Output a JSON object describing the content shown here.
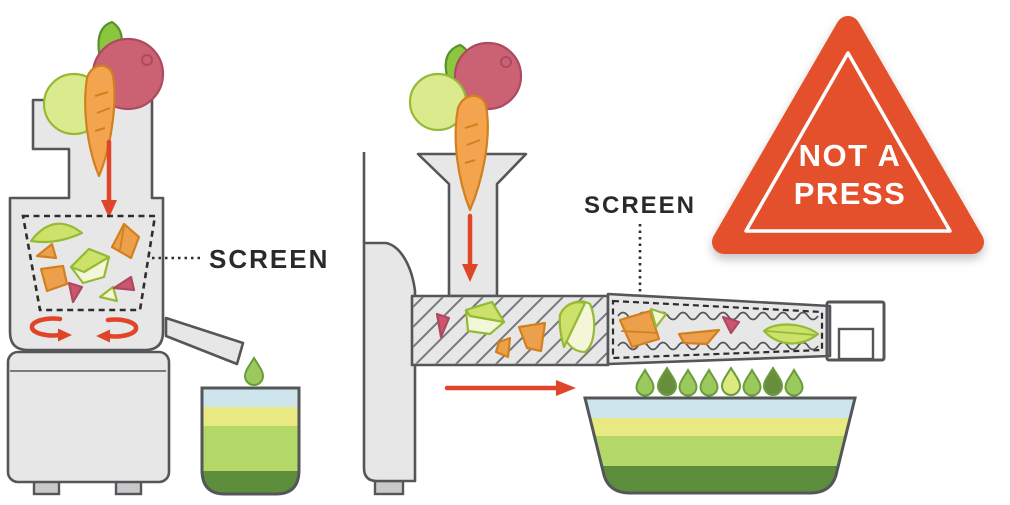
{
  "labels": {
    "screen_left": "SCREEN",
    "screen_right": "SCREEN"
  },
  "warning_sign": {
    "line1": "NOT A",
    "line2": "PRESS",
    "shape": "rounded-triangle",
    "color": "#e4502b"
  },
  "colors": {
    "body_gray": "#e7e7e7",
    "foot_gray": "#c9c9c9",
    "cap_gray": "#dadada",
    "outline_gray": "#55565a",
    "hatch_gray": "#77787b",
    "dash_dark": "#2e2d2b",
    "arrow_red": "#e0452a",
    "label_dark": "#2b2a28",
    "triangle_red": "#e4502b",
    "white": "#ffffff",
    "carrot": "#f3a44e",
    "carrot_outline": "#d2801f",
    "apple": "#dcea8e",
    "apple_outline": "#95ba35",
    "beet": "#ca6274",
    "beet_outline": "#ae4a60",
    "leaf": "#8cc63f",
    "leaf_outline": "#55922e",
    "piece_orange": "#eda04b",
    "piece_yellow": "#cde26b",
    "piece_pale": "#f4f6d8",
    "piece_red": "#cc5570",
    "juice_blue": "#cfe5ee",
    "juice_yellow": "#e8e982",
    "juice_light": "#b4d868",
    "juice_dark": "#5d8e3c",
    "drop_green": "#9cc95e",
    "drop_dark": "#678f3b",
    "drop_pale": "#dce980",
    "drop_outline": "#6a9c3c"
  },
  "diagram": {
    "left_juicer": {
      "fruits": [
        "apple",
        "carrot",
        "beet"
      ],
      "flow_arrow": "down",
      "rotation_arrows": 2,
      "screen_shape": "dashed-basket",
      "drop_color": "#9cc95e",
      "cup_layers": [
        "#cfe5ee",
        "#e8e982",
        "#b4d868",
        "#5d8e3c"
      ]
    },
    "right_juicer": {
      "fruits": [
        "apple",
        "carrot",
        "beet"
      ],
      "flow_arrows": [
        "down",
        "right"
      ],
      "screen_shape": "dashed-tapered-tube",
      "drop_colors": [
        "#9cc95e",
        "#678f3b",
        "#9cc95e",
        "#9cc95e",
        "#dce980",
        "#9cc95e",
        "#678f3b",
        "#9cc95e"
      ],
      "bowl_layers": [
        "#cfe5ee",
        "#e8e982",
        "#b4d868",
        "#5d8e3c"
      ]
    }
  }
}
